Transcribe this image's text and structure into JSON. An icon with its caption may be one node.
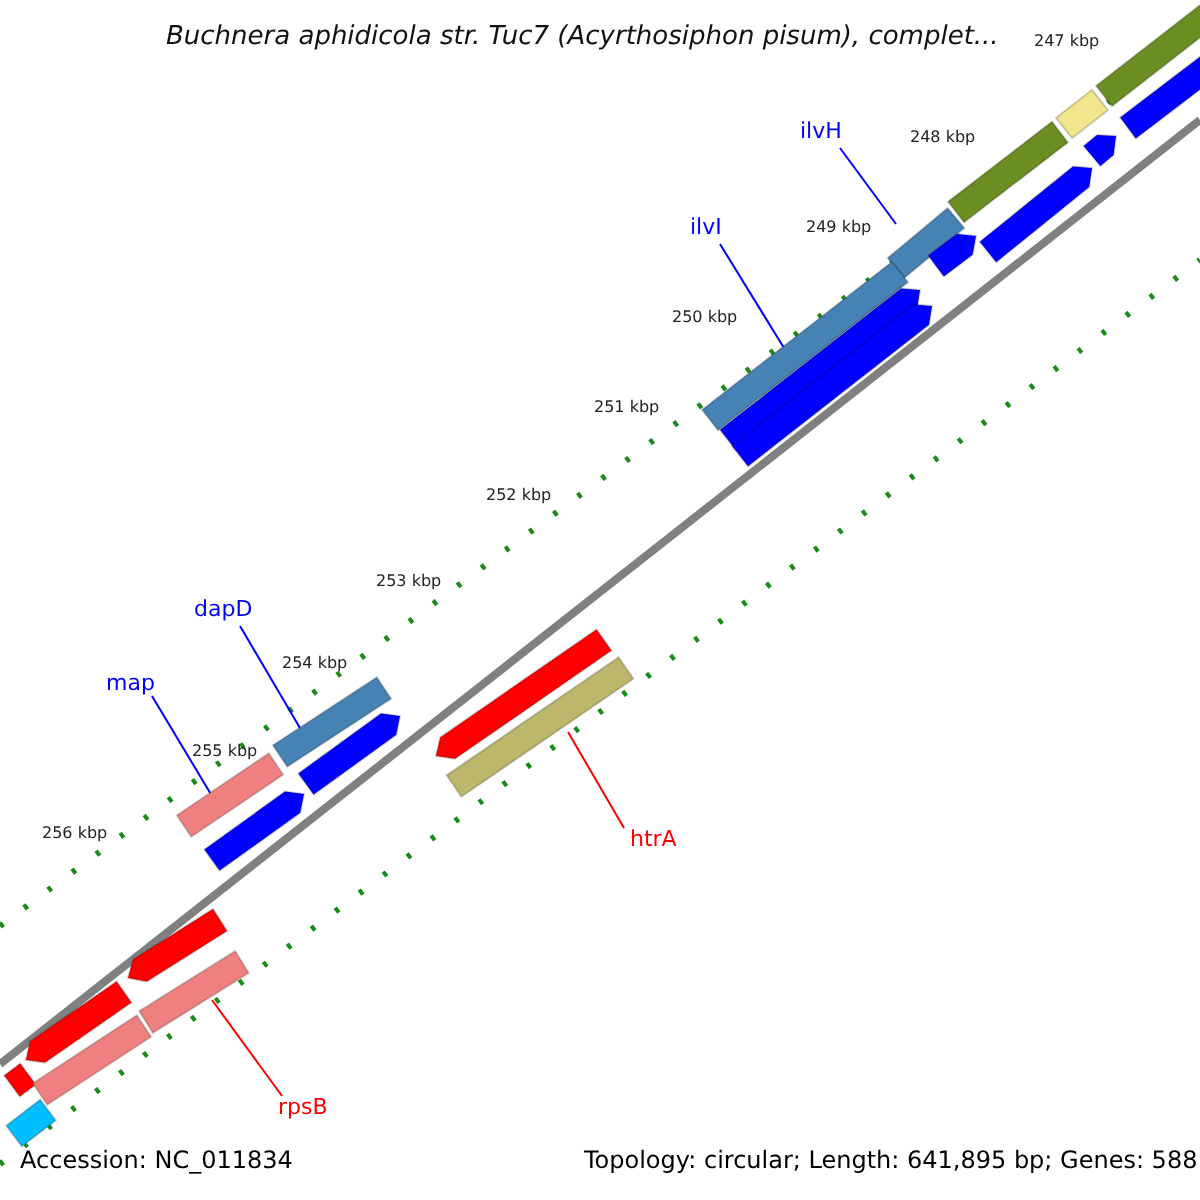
{
  "diagram": {
    "title": "Buchnera aphidicola str. Tuc7 (Acyrthosiphon pisum), complet...",
    "nodes": [
      {
        "text": [
          "ilvH"
        ]
      },
      {
        "text": [],
        "shape": "bar"
      },
      {
        "text": [
          "ilvI"
        ]
      },
      {
        "text": [],
        "shape": "bar"
      },
      {
        "text": [
          "dapD"
        ]
      },
      {
        "text": [],
        "shape": "bar"
      },
      {
        "text": [
          "map"
        ]
      },
      {
        "text": [],
        "shape": "bar"
      },
      {
        "text": [
          "htrA"
        ]
      },
      {
        "text": [],
        "shape": "bar"
      },
      {
        "text": [
          "rpsB"
        ]
      },
      {
        "text": [],
        "shape": "bar"
      },
      {
        "text": [],
        "shape": "bar"
      },
      {
        "text": [],
        "shape": "bar"
      },
      {
        "text": [],
        "shape": "bar"
      },
      {
        "text": [],
        "shape": "arrow"
      },
      {
        "text": [],
        "shape": "arrow"
      },
      {
        "text": [],
        "shape": "arrow"
      },
      {
        "text": [],
        "shape": "arrow"
      },
      {
        "text": [],
        "shape": "bar"
      },
      {
        "text": [],
        "shape": "arrow"
      },
      {
        "text": [],
        "shape": "arrow"
      },
      {
        "text": [],
        "shape": "arrow"
      },
      {
        "text": [],
        "shape": "arrow"
      },
      {
        "text": [],
        "shape": "arrow"
      },
      {
        "text": [],
        "shape": "arrow"
      },
      {
        "text": [],
        "shape": "bar"
      },
      {
        "text": [],
        "shape": "bar"
      },
      {
        "text": [],
        "shape": "bar"
      }
    ],
    "edges": [
      {
        "from": 0,
        "to": 1,
        "arrow": "none"
      },
      {
        "from": 2,
        "to": 3,
        "arrow": "none"
      },
      {
        "from": 4,
        "to": 5,
        "arrow": "none"
      },
      {
        "from": 6,
        "to": 7,
        "arrow": "none"
      },
      {
        "from": 8,
        "to": 9,
        "arrow": "none",
        "color": "#ff0000"
      },
      {
        "from": 10,
        "to": 11,
        "arrow": "none",
        "color": "#ff0000"
      }
    ],
    "labels": [
      "247 kbp",
      "248 kbp",
      "249 kbp",
      "250 kbp",
      "251 kbp",
      "252 kbp",
      "253 kbp",
      "254 kbp",
      "255 kbp",
      "256 kbp",
      "Accession: NC_011834",
      "Topology: circular; Length: 641,895 bp; Genes: 588"
    ]
  }
}
